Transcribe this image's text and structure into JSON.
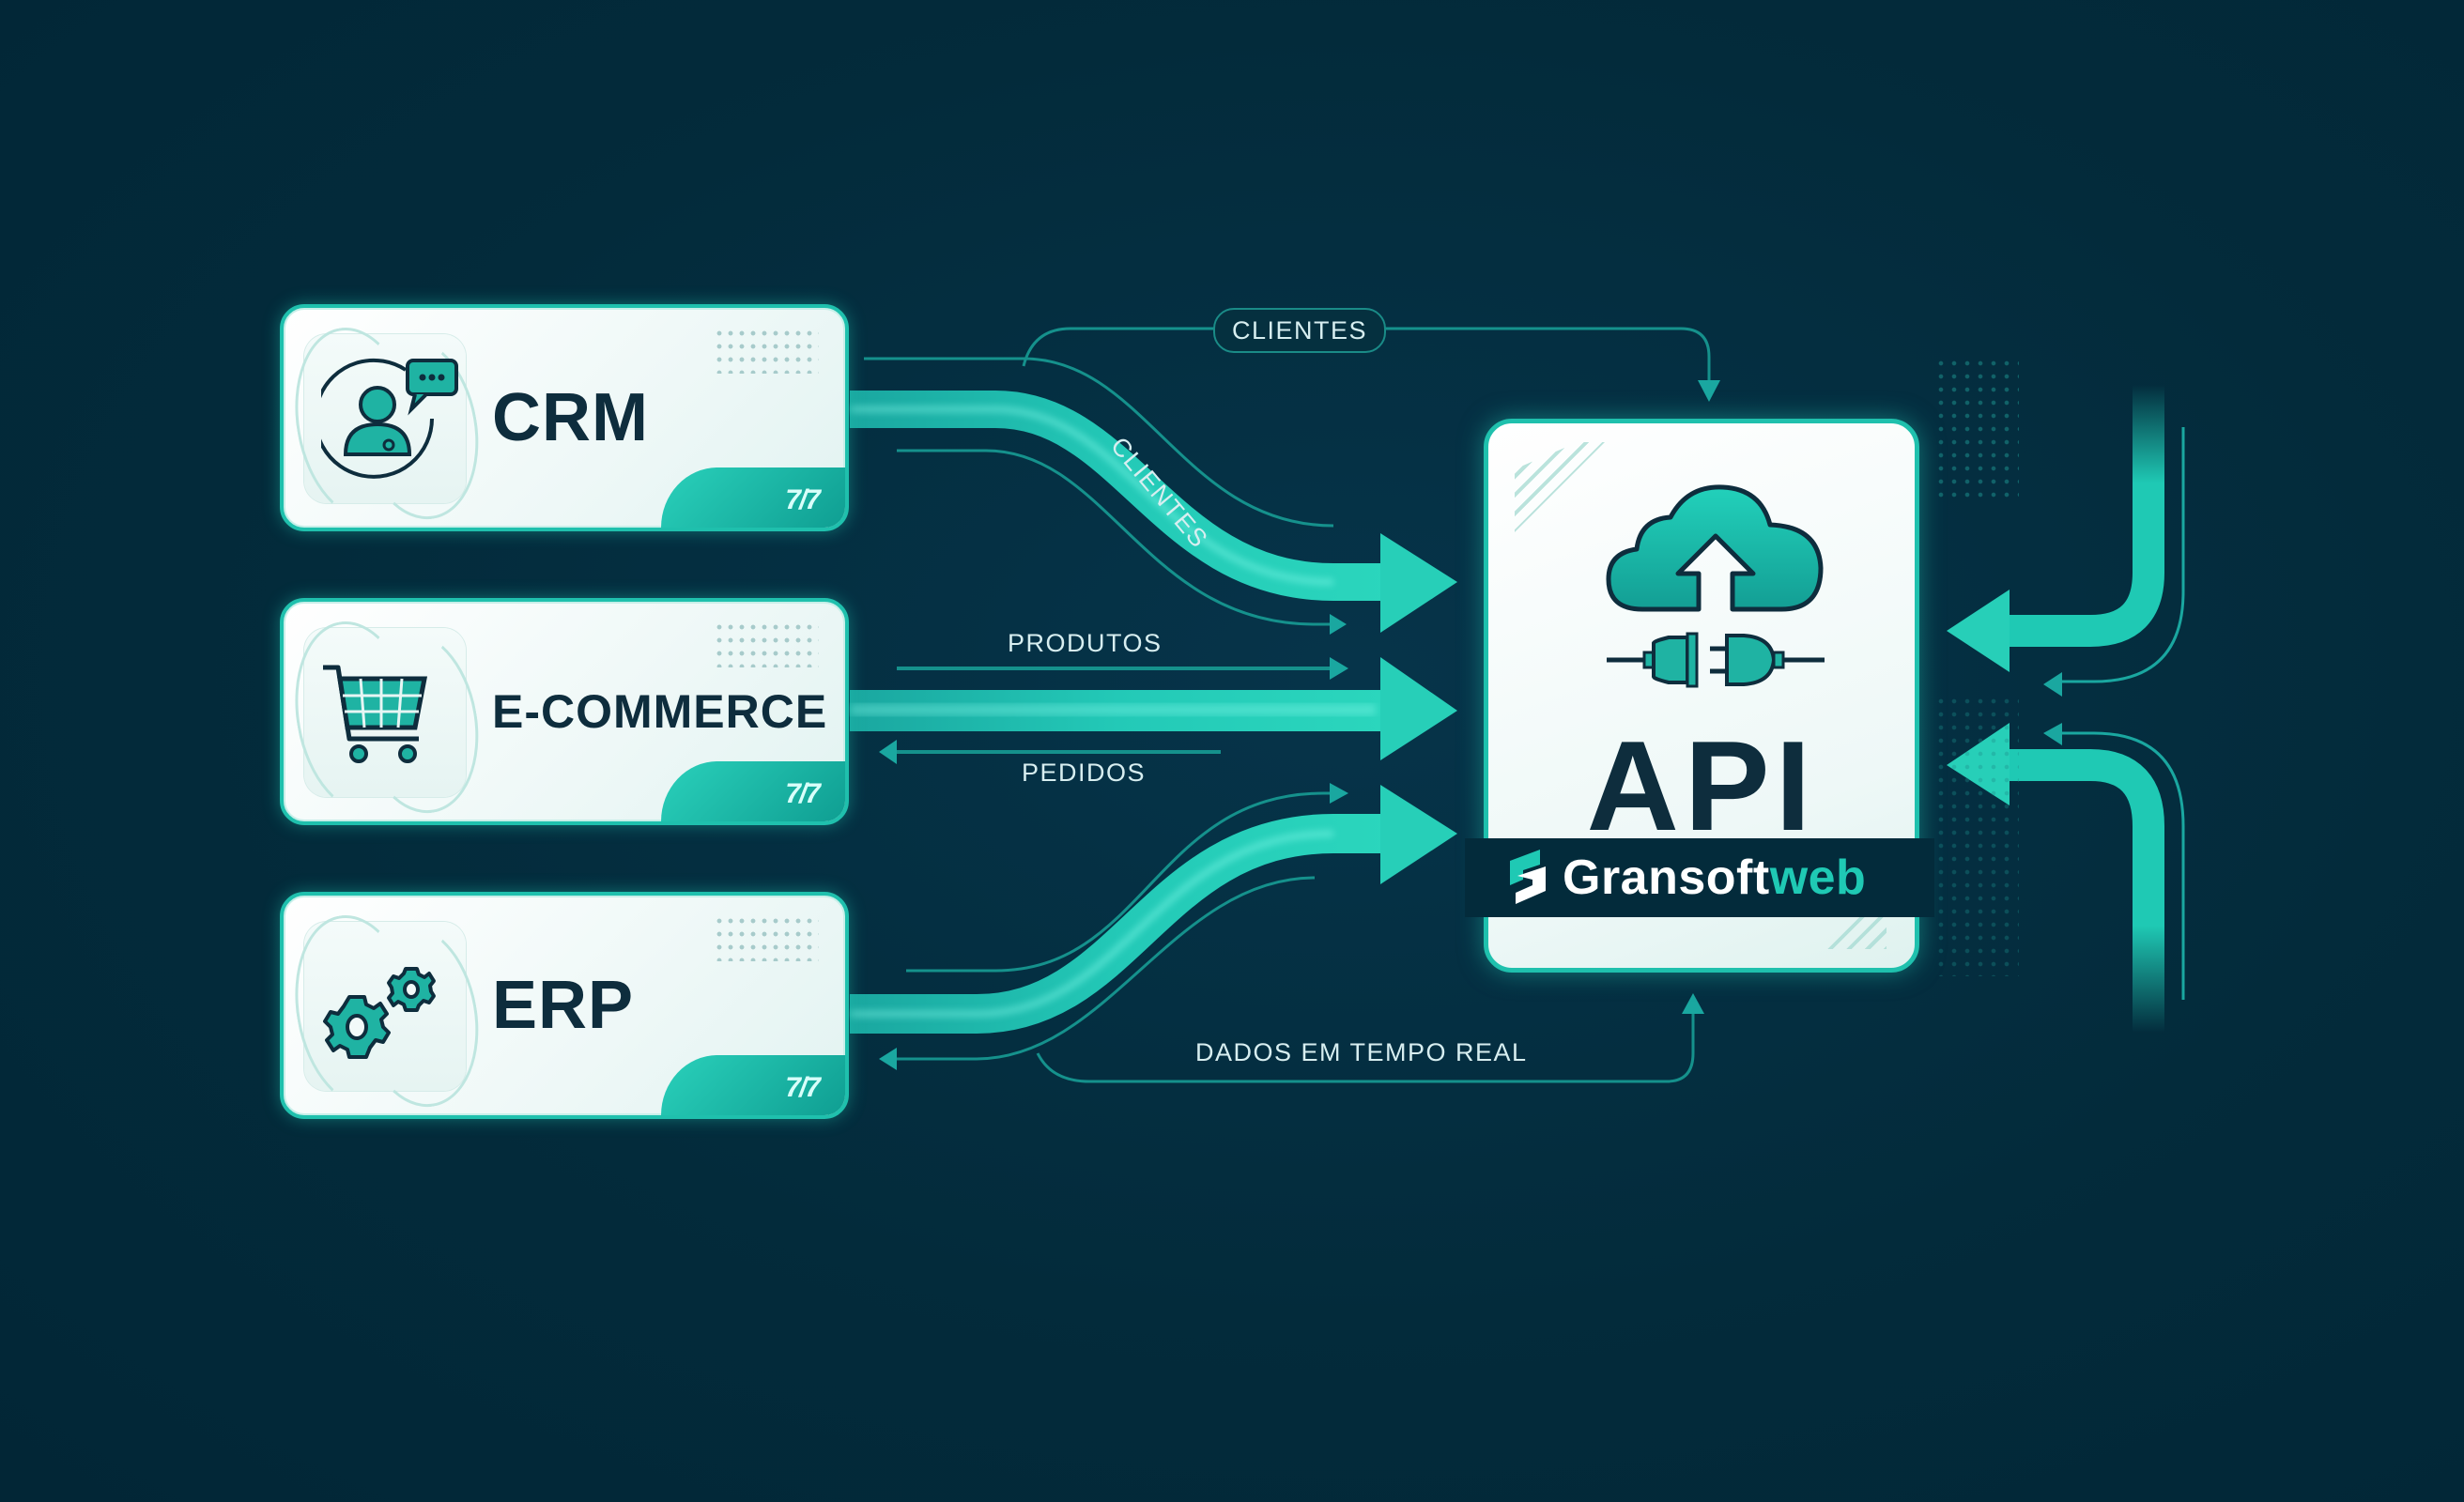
{
  "diagram": {
    "systems": [
      {
        "id": "crm",
        "label": "CRM",
        "icon": "crm-user-chat-icon",
        "badge": "7/7"
      },
      {
        "id": "ecommerce",
        "label": "E-COMMERCE",
        "icon": "shopping-cart-icon",
        "badge": "7/7"
      },
      {
        "id": "erp",
        "label": "ERP",
        "icon": "gears-icon",
        "badge": "7/7"
      }
    ],
    "hub": {
      "title": "API",
      "icons": [
        "cloud-upload-icon",
        "plug-connector-icon"
      ],
      "brand": {
        "name_main": "Gransoft",
        "name_accent": "web",
        "logo": "gransoft-logo-icon"
      }
    },
    "flow_labels": {
      "top_loop": "CLIENTES",
      "crm_curve": "CLIENTES",
      "products": "PRODUTOS",
      "orders": "PEDIDOS",
      "bottom_loop": "DADOS EM TEMPO REAL"
    },
    "colors": {
      "background": "#032a3a",
      "accent": "#1fc9b4",
      "accent_dark": "#0f9e92",
      "card_bg": "#f2faf9",
      "text_dark": "#0e2d3d",
      "label_light": "#d7eef0"
    }
  }
}
